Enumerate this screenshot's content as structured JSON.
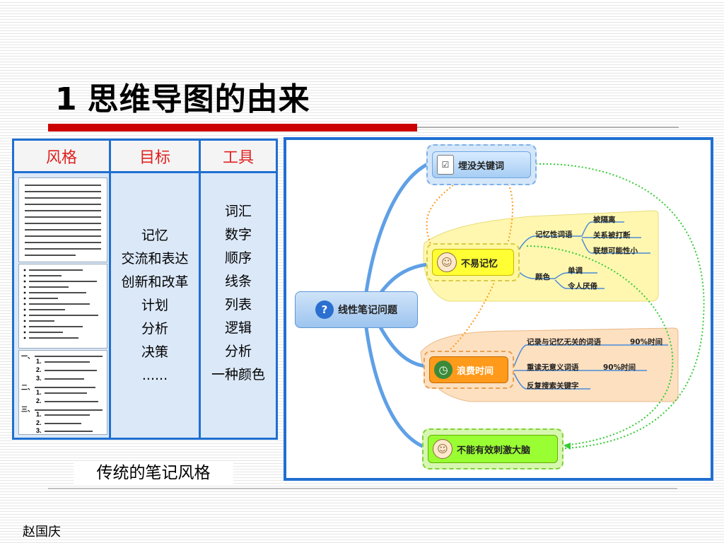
{
  "slide": {
    "title_num": "1",
    "title_text": "思维导图的由来",
    "caption": "传统的笔记风格",
    "author": "赵国庆"
  },
  "table": {
    "headers": [
      "风格",
      "目标",
      "工具"
    ],
    "goals": [
      "记忆",
      "交流和表达",
      "创新和改革",
      "计划",
      "分析",
      "决策",
      "......"
    ],
    "tools": [
      "词汇",
      "数字",
      "顺序",
      "线条",
      "列表",
      "逻辑",
      "分析",
      "一种颜色"
    ],
    "outline_markers": [
      "一、",
      "1.",
      "2.",
      "3.",
      "二、",
      "1.",
      "2.",
      "三、",
      "1.",
      "2.",
      "3."
    ]
  },
  "mindmap": {
    "center": "线性笔记问题",
    "branches": [
      {
        "label": "埋没关键词",
        "icon": "notepad-icon"
      },
      {
        "label": "不易记忆",
        "icon": "head-icon",
        "sub": [
          {
            "label": "记忆性词语",
            "leaves": [
              "被隔离",
              "关系被打断",
              "联想可能性小"
            ]
          },
          {
            "label": "颜色",
            "leaves": [
              "单调",
              "令人厌倦"
            ]
          }
        ]
      },
      {
        "label": "浪费时间",
        "icon": "clock-icon",
        "leaves": [
          "记录与记忆无关的词语",
          "90%时间",
          "重读无意义词语",
          "90%时间",
          "反复搜索关键字"
        ]
      },
      {
        "label": "不能有效刺激大脑",
        "icon": "head-icon"
      }
    ]
  },
  "colors": {
    "title_bar": "#cc0000",
    "table_border": "#1f6fd1",
    "header_text": "#e02020",
    "branch_blue": "#9cc4ef",
    "branch_yellow": "#ffff33",
    "branch_orange": "#ff9a1a",
    "branch_green": "#99ff33",
    "leaf_area_yellow": "#fff7b0",
    "leaf_area_orange": "#fde0c0"
  }
}
